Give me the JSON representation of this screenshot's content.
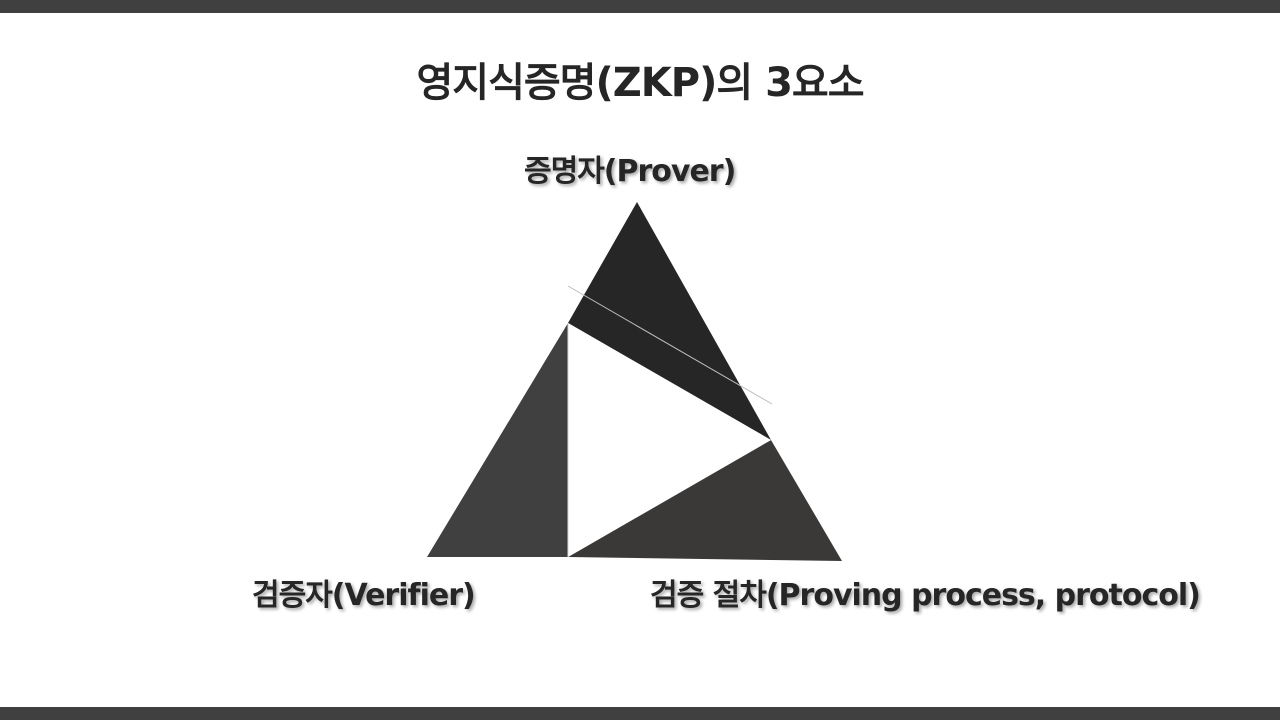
{
  "slide": {
    "title": "영지식증명(ZKP)의 3요소",
    "colors": {
      "frame_bar": "#404040",
      "prover_segment": "#262626",
      "verifier_segment": "#404040",
      "process_segment": "#3a3938",
      "center": "#ffffff",
      "text": "#262626"
    }
  },
  "diagram": {
    "elements": [
      {
        "id": "prover",
        "label": "증명자(Prover)",
        "position": "top"
      },
      {
        "id": "verifier",
        "label": "검증자(Verifier)",
        "position": "bottom-left"
      },
      {
        "id": "process",
        "label": "검증 절차(Proving process, protocol)",
        "position": "bottom-right"
      }
    ]
  }
}
